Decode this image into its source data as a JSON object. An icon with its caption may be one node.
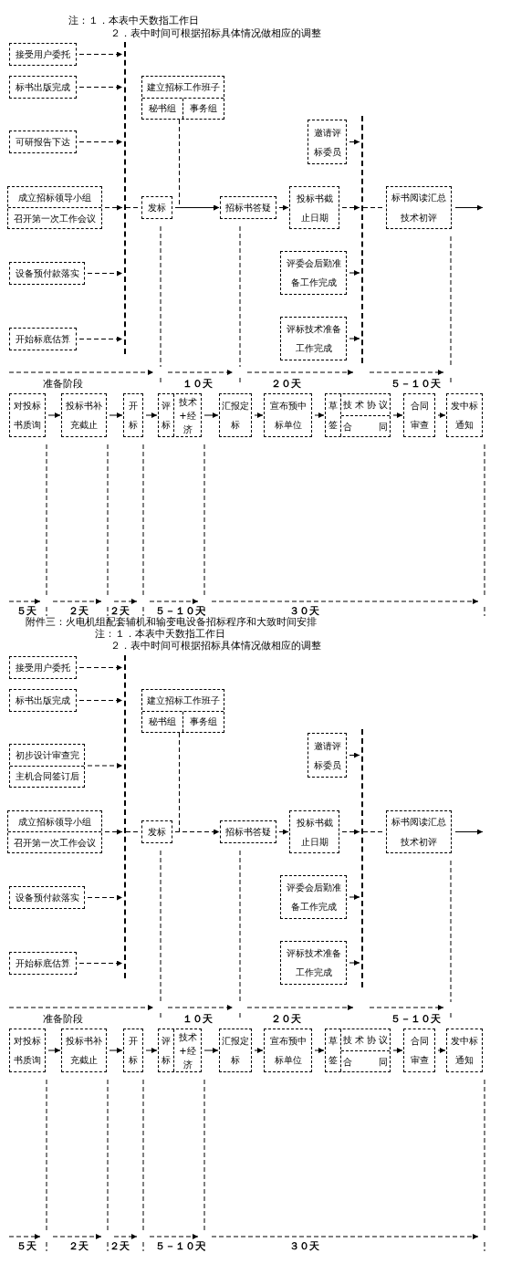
{
  "diagram": {
    "nodes": [
      {
        "text": [
          "接受用户委托"
        ]
      },
      {
        "text": [
          "标书出版完成"
        ]
      },
      {
        "text": [
          "可研报告下达"
        ]
      },
      {
        "text": [
          "成立招标领导小组",
          "召开第一次工作会议"
        ]
      },
      {
        "text": [
          "设备预付款落实"
        ]
      },
      {
        "text": [
          "开始标底估算"
        ]
      },
      {
        "text": [],
        "shape": "bar"
      },
      {
        "text": [
          "建立招标工作班子",
          "秘书组",
          "事务组"
        ]
      },
      {
        "text": [
          "发标"
        ]
      },
      {
        "text": [
          "招标书答疑"
        ]
      },
      {
        "text": [
          "邀请评标委员"
        ]
      },
      {
        "text": [
          "投标书截止日期"
        ]
      },
      {
        "text": [
          "评委会后勤准备工作完成"
        ]
      },
      {
        "text": [
          "评标技术准备工作完成"
        ]
      },
      {
        "text": [],
        "shape": "bar"
      },
      {
        "text": [
          "标书阅读汇总",
          "技术初评"
        ]
      },
      {
        "text": [
          "对投标书质询"
        ]
      },
      {
        "text": [
          "投标书补充截止"
        ]
      },
      {
        "text": [
          "开标"
        ]
      },
      {
        "text": [
          "评标",
          "技术+经济"
        ]
      },
      {
        "text": [
          "汇报定标"
        ]
      },
      {
        "text": [
          "宣布预中标单位"
        ]
      },
      {
        "text": [
          "草签",
          "技术协议",
          "合同"
        ]
      },
      {
        "text": [
          "合同审查"
        ]
      },
      {
        "text": [
          "发中标通知"
        ]
      },
      {
        "text": [
          "接受用户委托"
        ]
      },
      {
        "text": [
          "标书出版完成"
        ]
      },
      {
        "text": [
          "初步设计审查完",
          "主机合同签订后"
        ]
      },
      {
        "text": [
          "成立招标领导小组",
          "召开第一次工作会议"
        ]
      },
      {
        "text": [
          "设备预付款落实"
        ]
      },
      {
        "text": [
          "开始标底估算"
        ]
      },
      {
        "text": [],
        "shape": "bar"
      },
      {
        "text": [
          "建立招标工作班子",
          "秘书组",
          "事务组"
        ]
      },
      {
        "text": [
          "发标"
        ]
      },
      {
        "text": [
          "招标书答疑"
        ]
      },
      {
        "text": [
          "邀请评标委员"
        ]
      },
      {
        "text": [
          "投标书截止日期"
        ]
      },
      {
        "text": [
          "评委会后勤准备工作完成"
        ]
      },
      {
        "text": [
          "评标技术准备工作完成"
        ]
      },
      {
        "text": [],
        "shape": "bar"
      },
      {
        "text": [
          "标书阅读汇总",
          "技术初评"
        ]
      },
      {
        "text": [
          "对投标书质询"
        ]
      },
      {
        "text": [
          "投标书补充截止"
        ]
      },
      {
        "text": [
          "开标"
        ]
      },
      {
        "text": [
          "评标",
          "技术+经济"
        ]
      },
      {
        "text": [
          "汇报定标"
        ]
      },
      {
        "text": [
          "宣布预中标单位"
        ]
      },
      {
        "text": [
          "草签",
          "技术协议",
          "合同"
        ]
      },
      {
        "text": [
          "合同审查"
        ]
      },
      {
        "text": [
          "发中标通知"
        ]
      }
    ],
    "edges": [
      {
        "from": 0,
        "to": 6,
        "arrow": "to",
        "style": "dashed"
      },
      {
        "from": 1,
        "to": 6,
        "arrow": "to",
        "style": "dashed"
      },
      {
        "from": 2,
        "to": 6,
        "arrow": "to",
        "style": "dashed"
      },
      {
        "from": 3,
        "to": 6,
        "arrow": "to",
        "style": "dashed"
      },
      {
        "from": 4,
        "to": 6,
        "arrow": "to",
        "style": "dashed"
      },
      {
        "from": 5,
        "to": 6,
        "arrow": "to",
        "style": "dashed"
      },
      {
        "from": 6,
        "to": 8,
        "arrow": "none",
        "style": "dashed"
      },
      {
        "from": 7,
        "to": 9,
        "arrow": "to",
        "style": "dashed"
      },
      {
        "from": 8,
        "to": 9,
        "arrow": "to",
        "style": "dashed"
      },
      {
        "from": 9,
        "to": 11,
        "arrow": "to"
      },
      {
        "from": 10,
        "to": 14,
        "arrow": "to"
      },
      {
        "from": 11,
        "to": 14,
        "arrow": "to",
        "style": "dashed"
      },
      {
        "from": 12,
        "to": 14,
        "arrow": "to"
      },
      {
        "from": 13,
        "to": 14,
        "arrow": "to"
      },
      {
        "from": 14,
        "to": 15,
        "arrow": "none",
        "style": "dashed"
      },
      {
        "from": 15,
        "to": null,
        "arrow": "to"
      },
      {
        "from": 16,
        "to": 17,
        "arrow": "to"
      },
      {
        "from": 17,
        "to": 18,
        "arrow": "to"
      },
      {
        "from": 18,
        "to": 19,
        "arrow": "to"
      },
      {
        "from": 19,
        "to": 20,
        "arrow": "to"
      },
      {
        "from": 20,
        "to": 21,
        "arrow": "to"
      },
      {
        "from": 21,
        "to": 22,
        "arrow": "to"
      },
      {
        "from": 22,
        "to": 23,
        "arrow": "to"
      },
      {
        "from": 23,
        "to": 24,
        "arrow": "to"
      },
      {
        "from": 25,
        "to": 31,
        "arrow": "to",
        "style": "dashed"
      },
      {
        "from": 26,
        "to": 31,
        "arrow": "to",
        "style": "dashed"
      },
      {
        "from": 27,
        "to": 31,
        "arrow": "to",
        "style": "dashed"
      },
      {
        "from": 28,
        "to": 31,
        "arrow": "to",
        "style": "dashed"
      },
      {
        "from": 29,
        "to": 31,
        "arrow": "to",
        "style": "dashed"
      },
      {
        "from": 30,
        "to": 31,
        "arrow": "to",
        "style": "dashed"
      },
      {
        "from": 31,
        "to": 33,
        "arrow": "none",
        "style": "dashed"
      },
      {
        "from": 32,
        "to": 34,
        "arrow": "to",
        "style": "dashed"
      },
      {
        "from": 33,
        "to": 34,
        "arrow": "to",
        "style": "dashed"
      },
      {
        "from": 34,
        "to": 36,
        "arrow": "to"
      },
      {
        "from": 35,
        "to": 39,
        "arrow": "to"
      },
      {
        "from": 36,
        "to": 39,
        "arrow": "to",
        "style": "dashed"
      },
      {
        "from": 37,
        "to": 39,
        "arrow": "to"
      },
      {
        "from": 38,
        "to": 39,
        "arrow": "to"
      },
      {
        "from": 39,
        "to": 40,
        "arrow": "none",
        "style": "dashed"
      },
      {
        "from": 40,
        "to": null,
        "arrow": "to"
      },
      {
        "from": 41,
        "to": 42,
        "arrow": "to"
      },
      {
        "from": 42,
        "to": 43,
        "arrow": "to"
      },
      {
        "from": 43,
        "to": 44,
        "arrow": "to"
      },
      {
        "from": 44,
        "to": 45,
        "arrow": "to"
      },
      {
        "from": 45,
        "to": 46,
        "arrow": "to"
      },
      {
        "from": 46,
        "to": 47,
        "arrow": "to"
      },
      {
        "from": 47,
        "to": 48,
        "arrow": "to"
      },
      {
        "from": 48,
        "to": 49,
        "arrow": "to"
      }
    ],
    "labels": [
      "注：１．本表中天数指工作日",
      "２．表中时间可根据招标具体情况做相应的调整",
      "准备阶段",
      "１０天",
      "２０天",
      "５－１０天",
      "５天",
      "２天",
      "２天",
      "５－１０天",
      "３０天",
      "附件三：火电机组配套辅机和输变电设备招标程序和大致时间安排",
      "注：１．本表中天数指工作日",
      "２．表中时间可根据招标具体情况做相应的调整",
      "准备阶段",
      "１０天",
      "２０天",
      "５－１０天",
      "５天",
      "２天",
      "２天",
      "５－１０天",
      "３０天"
    ]
  }
}
